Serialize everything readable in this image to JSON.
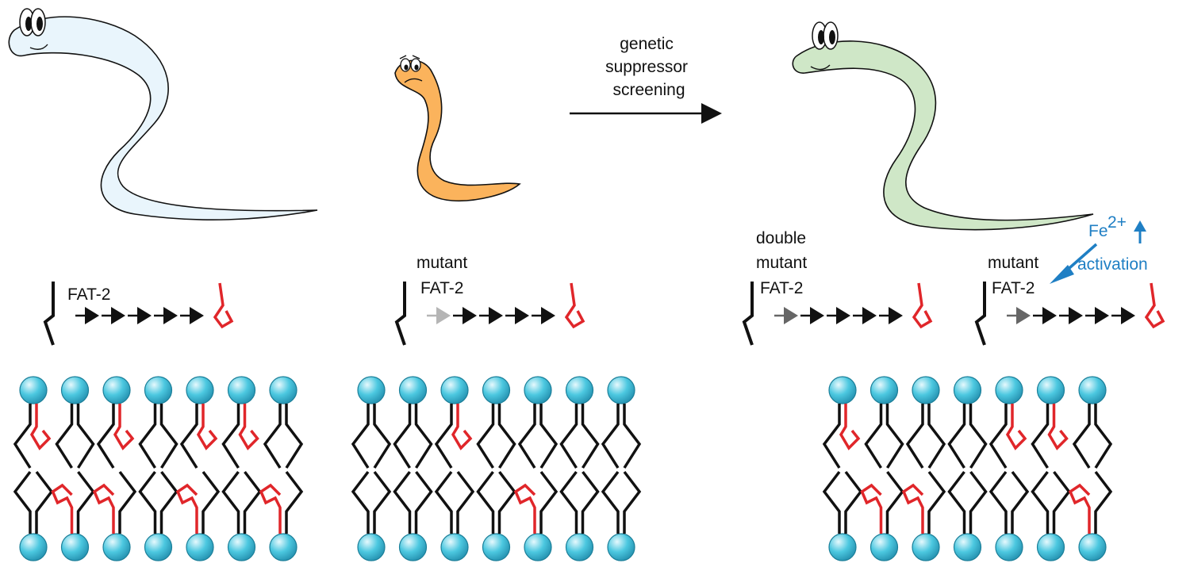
{
  "screening": {
    "lines": [
      "genetic",
      "suppressor",
      "screening"
    ]
  },
  "panels": [
    {
      "id": "wildtype",
      "label_lines": [
        "FAT-2"
      ]
    },
    {
      "id": "mutant",
      "label_lines": [
        "mutant",
        "FAT-2"
      ]
    },
    {
      "id": "double",
      "label_lines": [
        "double",
        "mutant",
        "FAT-2"
      ]
    },
    {
      "id": "activated",
      "label_lines": [
        "mutant",
        "FAT-2"
      ]
    }
  ],
  "iron": {
    "symbol": "Fe",
    "charge": "2+",
    "activation": "activation"
  },
  "worms": [
    {
      "id": "wildtype-worm",
      "mood": "happy",
      "color": "#e9f5fc"
    },
    {
      "id": "mutant-worm",
      "mood": "sad",
      "color": "#fbb35c"
    },
    {
      "id": "suppressed-worm",
      "mood": "happy",
      "color": "#cfe7c7"
    }
  ],
  "colors": {
    "unsaturated_lipid": "#e0262a",
    "lipid_head": "#3cc0db",
    "activation_arrow": "#1f7fc4",
    "weak_arrow": "#b5b5b5",
    "medium_arrow": "#666666"
  }
}
